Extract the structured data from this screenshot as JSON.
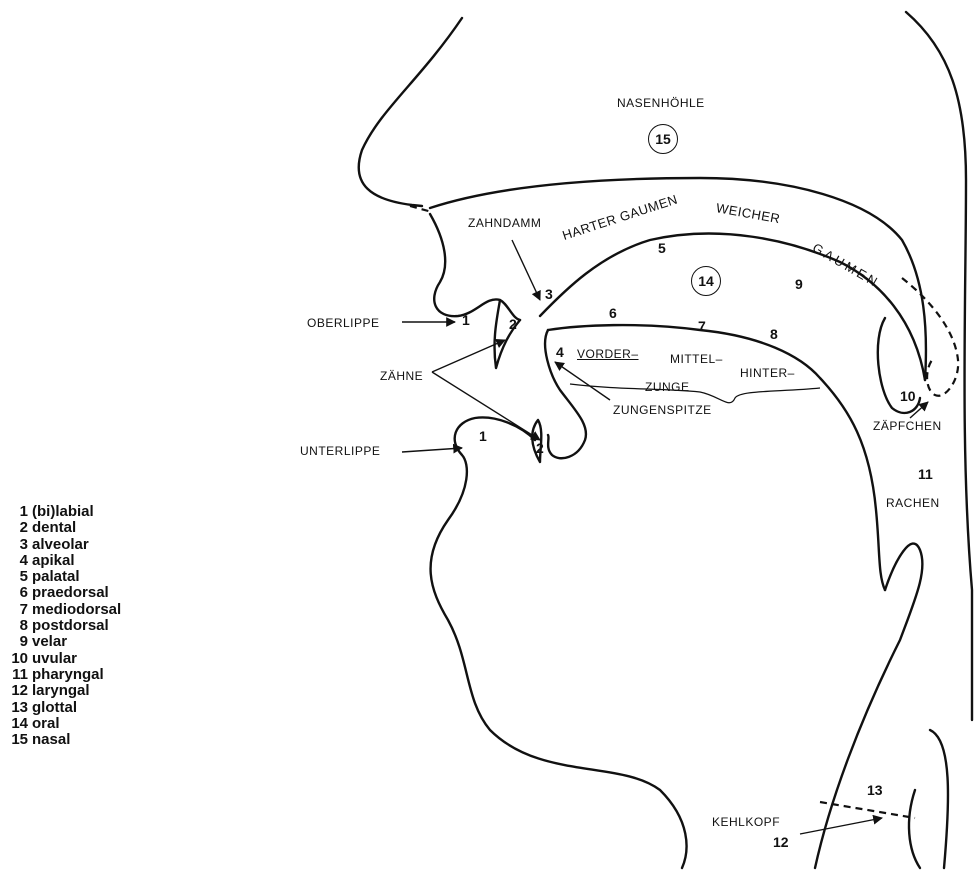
{
  "regions": {
    "nasenhoehle": "NASENHÖHLE",
    "zahndamm": "ZAHNDAMM",
    "harter_gaumen": "HARTER GAUMEN",
    "weicher": "WEICHER",
    "gaumen": "GAUMEN",
    "oberlippe": "OBERLIPPE",
    "zaehne": "ZÄHNE",
    "unterlippe": "UNTERLIPPE",
    "vorder": "VORDER–",
    "mittel": "MITTEL–",
    "hinter": "HINTER–",
    "zunge": "ZUNGE",
    "zungenspitze": "ZUNGENSPITZE",
    "zaepfchen": "ZÄPFCHEN",
    "rachen": "RACHEN",
    "kehlkopf": "KEHLKOPF"
  },
  "numbers": {
    "n15": "15",
    "n14": "14",
    "n5": "5",
    "n9": "9",
    "n3": "3",
    "n1_top": "1",
    "n2_top": "2",
    "n6": "6",
    "n7": "7",
    "n8": "8",
    "n4": "4",
    "n10": "10",
    "n1_bottom": "1",
    "n2_bottom": "2",
    "n11": "11",
    "n13": "13",
    "n12": "12"
  },
  "legend": [
    {
      "num": "1",
      "term": "(bi)labial"
    },
    {
      "num": "2",
      "term": "dental"
    },
    {
      "num": "3",
      "term": "alveolar"
    },
    {
      "num": "4",
      "term": "apikal"
    },
    {
      "num": "5",
      "term": "palatal"
    },
    {
      "num": "6",
      "term": "praedorsal"
    },
    {
      "num": "7",
      "term": "mediodorsal"
    },
    {
      "num": "8",
      "term": "postdorsal"
    },
    {
      "num": "9",
      "term": "velar"
    },
    {
      "num": "10",
      "term": "uvular"
    },
    {
      "num": "11",
      "term": "pharyngal"
    },
    {
      "num": "12",
      "term": "laryngal"
    },
    {
      "num": "13",
      "term": "glottal"
    },
    {
      "num": "14",
      "term": "oral"
    },
    {
      "num": "15",
      "term": "nasal"
    }
  ]
}
